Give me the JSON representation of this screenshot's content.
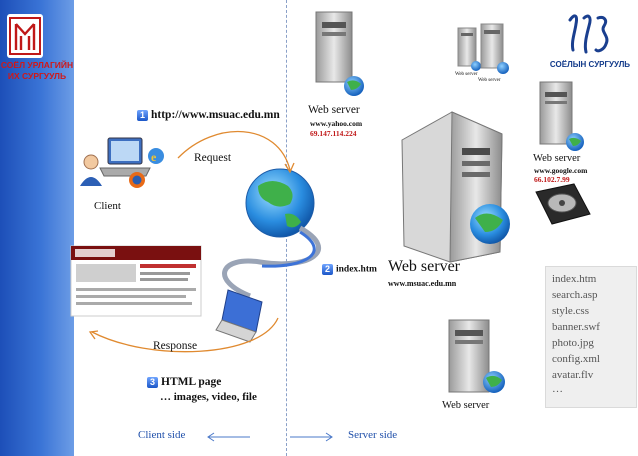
{
  "logos": {
    "left_line1": "СОЁЛ УРЛАГИЙН",
    "left_line2": "ИХ СУРГУУЛЬ",
    "right_name": "СОЁЛЫН СУРГУУЛЬ"
  },
  "steps": [
    {
      "number": "1",
      "text": "http://www.msuac.edu.mn"
    },
    {
      "number": "2",
      "text": "index.htm"
    },
    {
      "number": "3",
      "line1": "HTML page",
      "line2": "… images, video, file"
    }
  ],
  "labels": {
    "request": "Request",
    "response": "Response",
    "client": "Client",
    "client_side": "Client side",
    "server_side": "Server side"
  },
  "servers": {
    "yahoo": {
      "title": "Web server",
      "domain": "www.yahoo.com",
      "ip": "69.147.114.224"
    },
    "google": {
      "title": "Web server",
      "domain": "www.google.com",
      "ip": "66.102.7.99"
    },
    "main": {
      "title": "Web server",
      "domain": "www.msuac.edu.mn"
    },
    "bottom": {
      "title": "Web server"
    },
    "small_a": {
      "title": "Web server"
    },
    "small_b": {
      "title": "Web server"
    }
  },
  "files": [
    "index.htm",
    "search.asp",
    "style.css",
    "banner.swf",
    "photo.jpg",
    "config.xml",
    "avatar.flv",
    "…"
  ],
  "colors": {
    "sidebar": "#2f63c8",
    "accent_red": "#c01818",
    "side_label_blue": "#1f4faa",
    "arrow_orange": "#e08a30"
  }
}
